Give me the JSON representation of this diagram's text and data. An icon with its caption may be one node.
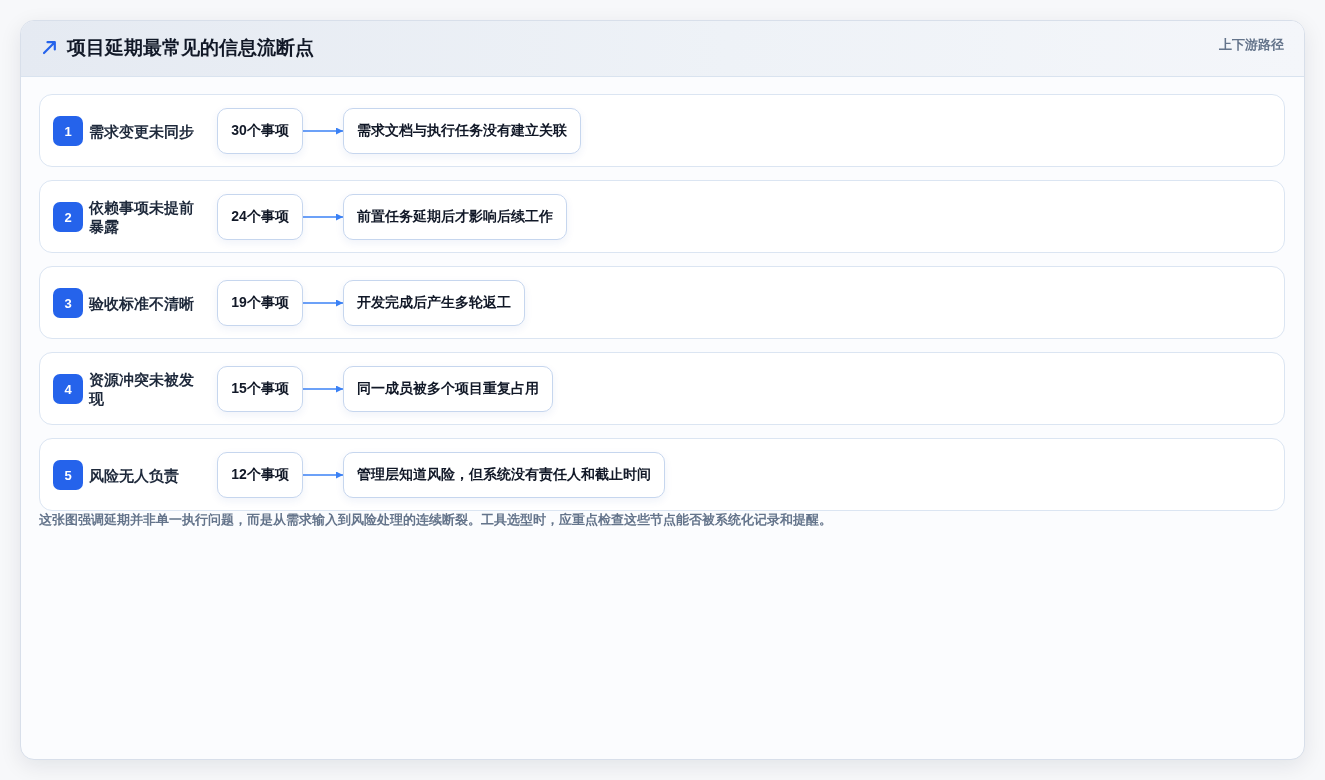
{
  "diagram": {
    "title": "项目延期最常见的信息流断点",
    "caption": "这张图强调延期并非单一执行问题，而是从需求输入到风险处理的连续断裂。工具选型时，应重点检查这些节点能否被系统化记录和提醒。",
    "nodes": [
      {
        "text": [
          "需求变更未同步"
        ]
      },
      {
        "text": [
          "1"
        ],
        "in": 0
      },
      {
        "text": [
          "30个事项"
        ],
        "in": 0
      },
      {
        "text": [
          "需求文档与执行任务没有建立关联"
        ],
        "in": 0
      },
      {
        "text": [
          "依赖事项未提前暴露"
        ]
      },
      {
        "text": [
          "2"
        ],
        "in": 4
      },
      {
        "text": [
          "24个事项"
        ],
        "in": 4
      },
      {
        "text": [
          "前置任务延期后才影响后续工作"
        ],
        "in": 4
      },
      {
        "text": [
          "验收标准不清晰"
        ]
      },
      {
        "text": [
          "3"
        ],
        "in": 8
      },
      {
        "text": [
          "19个事项"
        ],
        "in": 8
      },
      {
        "text": [
          "开发完成后产生多轮返工"
        ],
        "in": 8
      },
      {
        "text": [
          "资源冲突未被发现"
        ]
      },
      {
        "text": [
          "4"
        ],
        "in": 12
      },
      {
        "text": [
          "15个事项"
        ],
        "in": 12
      },
      {
        "text": [
          "同一成员被多个项目重复占用"
        ],
        "in": 12
      },
      {
        "text": [
          "风险无人负责"
        ]
      },
      {
        "text": [
          "5"
        ],
        "in": 16
      },
      {
        "text": [
          "12个事项"
        ],
        "in": 16
      },
      {
        "text": [
          "管理层知道风险，但系统没有责任人和截止时间"
        ],
        "in": 16
      }
    ],
    "edges": [
      {
        "from": 2,
        "to": 3,
        "arrow": "to"
      },
      {
        "from": 6,
        "to": 7,
        "arrow": "to"
      },
      {
        "from": 10,
        "to": 11,
        "arrow": "to"
      },
      {
        "from": 14,
        "to": 15,
        "arrow": "to"
      },
      {
        "from": 18,
        "to": 19,
        "arrow": "to"
      }
    ],
    "labels": [
      "上下游路径"
    ]
  }
}
